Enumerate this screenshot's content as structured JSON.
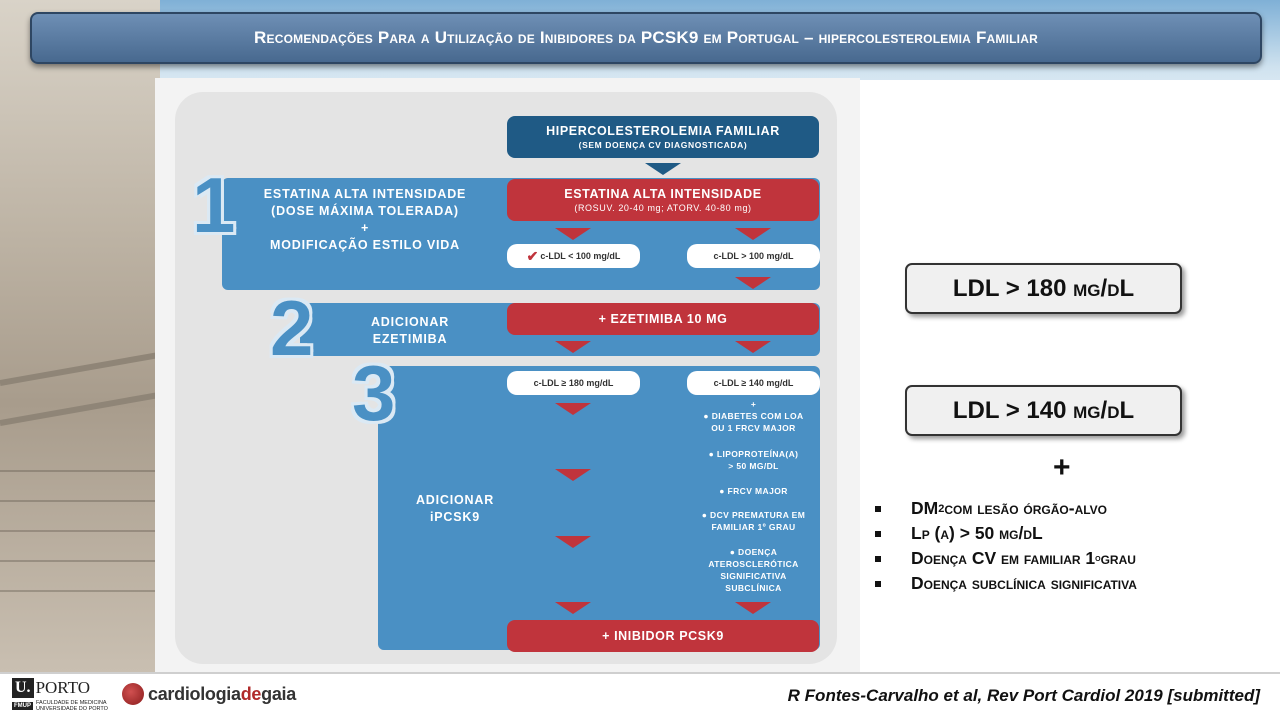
{
  "title": "Recomendações Para a Utilização de Inibidores da PCSK9 em Portugal – hipercolesterolemia Familiar",
  "diagram": {
    "top_box": {
      "line1": "HIPERCOLESTEROLEMIA FAMILIAR",
      "line2": "(SEM DOENÇA CV DIAGNOSTICADA)"
    },
    "step1": {
      "number": "1",
      "label_line1": "ESTATINA ALTA INTENSIDADE",
      "label_line2": "(DOSE MÁXIMA TOLERADA)",
      "label_plus": "+",
      "label_line3": "MODIFICAÇÃO ESTILO VIDA",
      "red_title": "ESTATINA ALTA INTENSIDADE",
      "red_sub": "(ROSUV. 20-40 mg; ATORV. 40-80 mg)",
      "check_mark": "✔",
      "pill_left": "c-LDL < 100 mg/dL",
      "pill_right": "c-LDL > 100 mg/dL"
    },
    "step2": {
      "number": "2",
      "label_line1": "ADICIONAR",
      "label_line2": "EZETIMIBA",
      "red_title": "+ EZETIMIBA 10 MG"
    },
    "step3": {
      "number": "3",
      "label_line1": "ADICIONAR",
      "label_line2": "iPCSK9",
      "pill_left": "c-LDL ≥ 180 mg/dL",
      "pill_right": "c-LDL ≥ 140 mg/dL",
      "plus": "+",
      "criteria": [
        {
          "line1": "● DIABETES COM LOA",
          "line2": "OU 1 FRCV MAJOR"
        },
        {
          "line1": "● LIPOPROTEÍNA(A)",
          "line2": "> 50 MG/DL"
        },
        {
          "line1": "● FRCV MAJOR",
          "line2": ""
        },
        {
          "line1": "● DCV PREMATURA EM",
          "line2": "FAMILIAR 1º GRAU"
        },
        {
          "line1": "● DOENÇA",
          "line2": "ATEROSCLERÓTICA",
          "line3": "SIGNIFICATIVA",
          "line4": "SUBCLÍNICA"
        }
      ],
      "red_bottom": "+ INIBIDOR PCSK9"
    }
  },
  "right": {
    "ldl_box_1": "LDL > 180 mg/dL",
    "ldl_box_2": "LDL > 140 mg/dL",
    "plus": "+",
    "bullets": [
      {
        "pre": "DM",
        "sub": "2",
        "post": " com lesão órgão-alvo"
      },
      {
        "pre": "Lp (a) > 50 mg/dL",
        "sub": "",
        "post": ""
      },
      {
        "pre": "Doença CV em familiar 1",
        "sup": "o",
        "post": " grau"
      },
      {
        "pre": "Doença subclínica significativa",
        "sub": "",
        "post": ""
      }
    ]
  },
  "footer": {
    "uporto_u": "U.",
    "uporto_name": "PORTO",
    "fmup_badge": "FMUP",
    "fmup_text": "FACULDADE DE MEDICINA UNIVERSIDADE DO PORTO",
    "cardio_part1": "cardiologia",
    "cardio_part2": "de",
    "cardio_part3": "gaia",
    "citation": "R Fontes-Carvalho et al, Rev Port Cardiol 2019 [submitted]"
  },
  "colors": {
    "title_bar": "#48698f",
    "dark_blue": "#1f5a85",
    "red": "#c0343c",
    "band_blue": "#4a90c4"
  }
}
